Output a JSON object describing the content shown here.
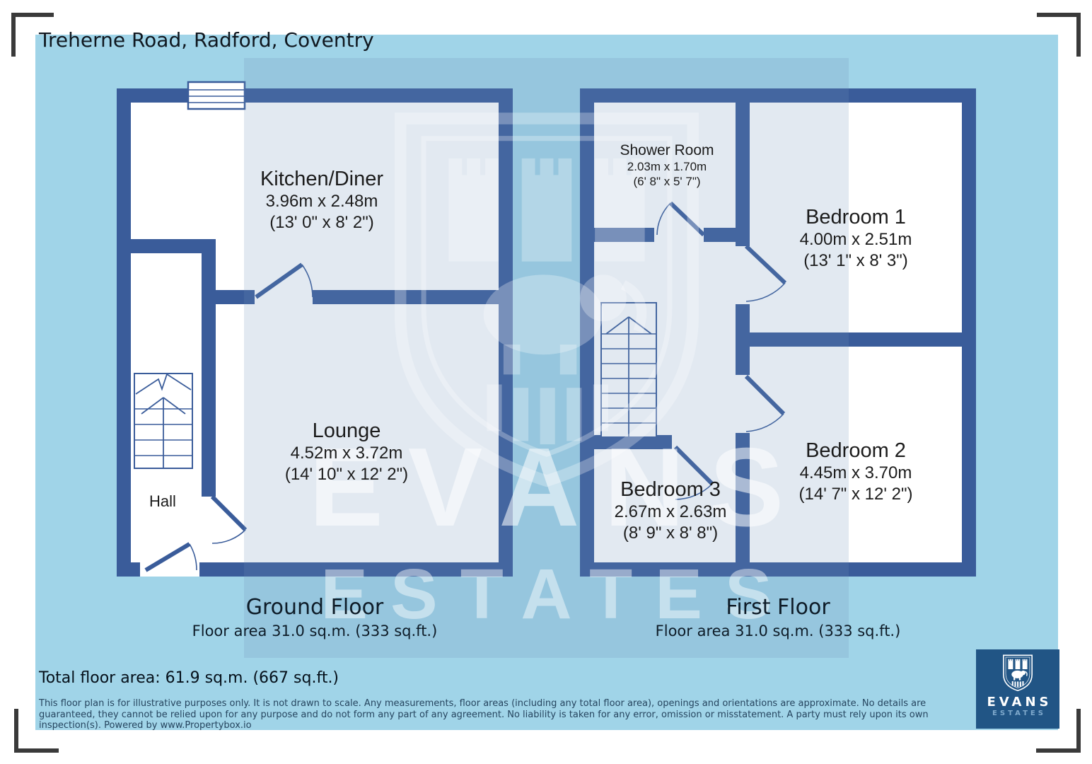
{
  "title": "Treherne Road, Radford, Coventry",
  "colors": {
    "panel_bg": "#a0d4e8",
    "wall": "#3a5c9a",
    "room_fill": "#ffffff",
    "logo_bg": "#215585",
    "bracket": "#3a3a3a",
    "disclaimer_text": "#26455f"
  },
  "floors": [
    {
      "caption": "Ground Floor",
      "area_label": "Floor area 31.0 sq.m. (333 sq.ft.)",
      "rooms": [
        {
          "name": "Kitchen/Diner",
          "metric": "3.96m x 2.48m",
          "imperial": "(13' 0\" x 8' 2\")"
        },
        {
          "name": "Lounge",
          "metric": "4.52m x 3.72m",
          "imperial": "(14' 10\" x 12' 2\")"
        },
        {
          "name": "Hall"
        }
      ]
    },
    {
      "caption": "First Floor",
      "area_label": "Floor area 31.0 sq.m. (333 sq.ft.)",
      "rooms": [
        {
          "name": "Shower Room",
          "metric": "2.03m x 1.70m",
          "imperial": "(6' 8\" x 5' 7\")"
        },
        {
          "name": "Bedroom 1",
          "metric": "4.00m x 2.51m",
          "imperial": "(13' 1\" x 8' 3\")"
        },
        {
          "name": "Bedroom 2",
          "metric": "4.45m x 3.70m",
          "imperial": "(14' 7\" x 12' 2\")"
        },
        {
          "name": "Bedroom 3",
          "metric": "2.67m x 2.63m",
          "imperial": "(8' 9\" x 8' 8\")"
        }
      ]
    }
  ],
  "footer": {
    "total_area": "Total floor area: 61.9 sq.m. (667 sq.ft.)",
    "disclaimer": "This floor plan is for illustrative purposes only. It is not drawn to scale. Any measurements, floor areas (including any total floor area), openings and orientations are approximate. No details are guaranteed, they cannot be relied upon for any purpose and do not form any part of any agreement. No liability is taken for any error, omission or misstatement. A party must rely upon its own inspection(s). Powered by www.Propertybox.io"
  },
  "watermark": {
    "line1": "EVANS",
    "line2": "ESTATES"
  },
  "logo": {
    "name": "EVANS",
    "tagline": "ESTATES"
  }
}
